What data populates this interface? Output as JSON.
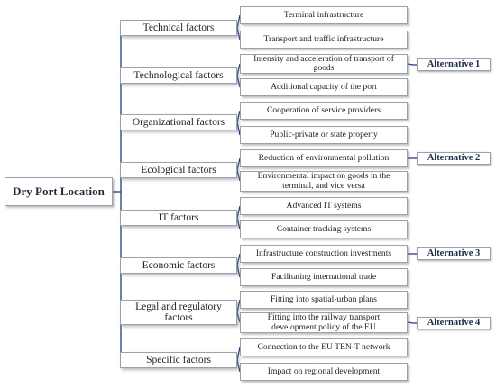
{
  "root": {
    "label": "Dry Port Location"
  },
  "factors": [
    {
      "label": "Technical factors",
      "subs": [
        "Terminal infrastructure",
        "Transport and traffic infrastructure"
      ]
    },
    {
      "label": "Technological factors",
      "subs": [
        "Intensity and acceleration of transport of goods",
        "Additional capacity of the port"
      ]
    },
    {
      "label": "Organizational factors",
      "subs": [
        "Cooperation of service providers",
        "Public-private or state property"
      ]
    },
    {
      "label": "Ecological factors",
      "subs": [
        "Reduction of environmental pollution",
        "Environmental impact on goods in the terminal, and vice versa"
      ]
    },
    {
      "label": "IT factors",
      "subs": [
        "Advanced IT systems",
        "Container tracking systems"
      ]
    },
    {
      "label": "Economic factors",
      "subs": [
        "Infrastructure construction investments",
        "Facilitating international trade"
      ]
    },
    {
      "label": "Legal and regulatory factors",
      "subs": [
        "Fitting into spatial-urban plans",
        "Fitting into the railway transport development policy of the EU"
      ]
    },
    {
      "label": "Specific factors",
      "subs": [
        "Connection to the EU TEN-T network",
        "Impact on regional development"
      ]
    }
  ],
  "alternatives": [
    {
      "label": "Alternative 1",
      "factor": 1,
      "sub": 0
    },
    {
      "label": "Alternative 2",
      "factor": 3,
      "sub": 0
    },
    {
      "label": "Alternative 3",
      "factor": 5,
      "sub": 0
    },
    {
      "label": "Alternative 4",
      "factor": 6,
      "sub": 1
    }
  ],
  "colors": {
    "line": "#1e3a8a",
    "border": "#9aa1aa"
  }
}
